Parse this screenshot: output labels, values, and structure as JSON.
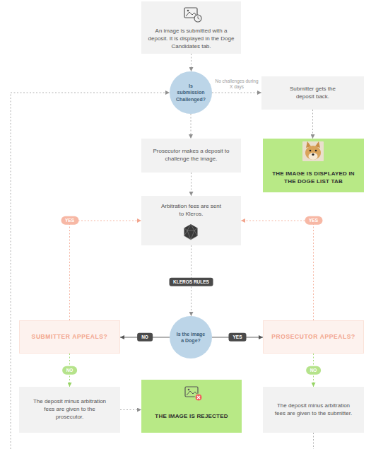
{
  "diagram": {
    "nodes": [
      {
        "text": [
          "An image is submitted with a deposit. It is displayed in the Doge Candidates tab."
        ]
      },
      {
        "text": [
          "Is submission Challenged?"
        ]
      },
      {
        "text": [
          "Submitter gets the deposit back."
        ]
      },
      {
        "text": [
          "THE IMAGE IS DISPLAYED IN THE DOGE LIST TAB"
        ]
      },
      {
        "text": [
          "Prosecutor makes a deposit to challenge the image."
        ]
      },
      {
        "text": [
          "Arbitration fees are sent to Kleros."
        ]
      },
      {
        "text": [
          "Is the image a Doge?"
        ]
      },
      {
        "text": [
          "SUBMITTER APPEALS?"
        ]
      },
      {
        "text": [
          "PROSECUTOR APPEALS?"
        ]
      },
      {
        "text": [
          "The deposit minus arbitration fees are given to the prosecutor."
        ]
      },
      {
        "text": [
          "THE IMAGE IS REJECTED"
        ]
      },
      {
        "text": [
          "The deposit minus arbitration fees are given to the submitter."
        ]
      }
    ],
    "edges": [
      {
        "from": 0,
        "to": 1,
        "arrow": "to"
      },
      {
        "from": 1,
        "to": 2,
        "label": "No challenges during X days",
        "arrow": "to"
      },
      {
        "from": 2,
        "to": 3,
        "arrow": "to"
      },
      {
        "from": 1,
        "to": 4,
        "arrow": "to"
      },
      {
        "from": 4,
        "to": 5,
        "arrow": "to"
      },
      {
        "from": 5,
        "to": 6,
        "label": "KLEROS RULES",
        "arrow": "to"
      },
      {
        "from": 6,
        "to": 7,
        "label": "NO",
        "arrow": "to"
      },
      {
        "from": 6,
        "to": 8,
        "label": "YES",
        "arrow": "to"
      },
      {
        "from": 7,
        "to": 5,
        "label": "YES",
        "arrow": "to"
      },
      {
        "from": 8,
        "to": 5,
        "label": "YES",
        "arrow": "to"
      },
      {
        "from": 7,
        "to": 9,
        "label": "NO",
        "arrow": "to"
      },
      {
        "from": 8,
        "to": 11,
        "label": "NO",
        "arrow": "to"
      },
      {
        "from": 9,
        "to": 10,
        "arrow": "to"
      }
    ]
  }
}
